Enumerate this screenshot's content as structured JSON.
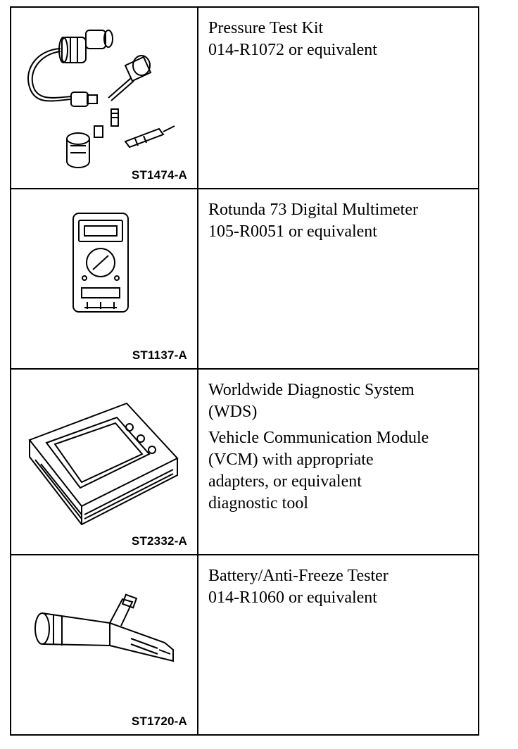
{
  "tools": [
    {
      "ref_code": "ST1474-A",
      "icon": "pressure-test-kit-icon",
      "lines": [
        "Pressure Test Kit",
        "014-R1072 or equivalent"
      ]
    },
    {
      "ref_code": "ST1137-A",
      "icon": "digital-multimeter-icon",
      "lines": [
        "Rotunda 73 Digital Multimeter",
        "105-R0051 or equivalent"
      ]
    },
    {
      "ref_code": "ST2332-A",
      "icon": "diagnostic-system-icon",
      "lines": [
        "Worldwide Diagnostic System",
        "(WDS)"
      ],
      "lines2": [
        "Vehicle Communication Module",
        "(VCM) with appropriate",
        "adapters, or equivalent",
        "diagnostic tool"
      ]
    },
    {
      "ref_code": "ST1720-A",
      "icon": "antifreeze-tester-icon",
      "lines": [
        "Battery/Anti-Freeze Tester",
        "014-R1060 or equivalent"
      ]
    }
  ]
}
